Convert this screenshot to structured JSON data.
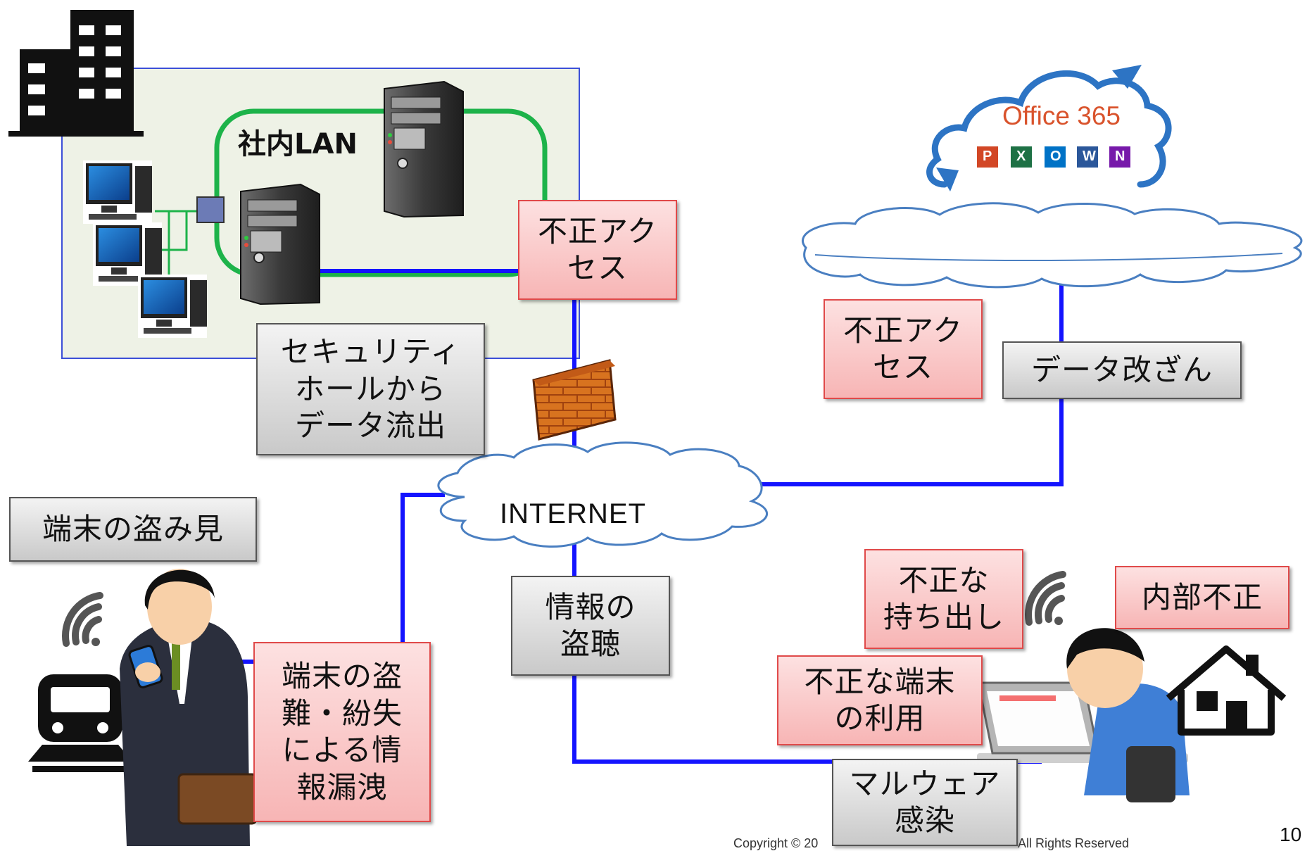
{
  "diagram": {
    "lan_label": "社内LAN",
    "internet_label": "INTERNET",
    "cloud_service_label": "Office 365",
    "office_app_icons": [
      "P",
      "X",
      "O",
      "W",
      "N"
    ],
    "threats": {
      "lan_unauthorized_access": "不正アク\nセス",
      "security_hole_leak": "セキュリティ\nホールから\nデータ流出",
      "cloud_unauthorized_access": "不正アク\nセス",
      "data_tampering": "データ改ざん",
      "shoulder_surfing": "端末の盗み見",
      "device_theft_loss": "端末の盗\n難・紛失\nによる情\n報漏洩",
      "eavesdropping": "情報の\n盗聴",
      "unauthorized_takeout": "不正な\n持ち出し",
      "insider_fraud": "内部不正",
      "unauthorized_device": "不正な端末\nの利用",
      "malware_infection": "マルウェア\n感染"
    },
    "footer_left": "Copyright © 20",
    "footer_right": "All Rights Reserved",
    "page_number": "10",
    "colors": {
      "lan_bg": "#eef2e6",
      "lan_border": "#3c4fd8",
      "lan_ring": "#1db34a",
      "network_line": "#1414ff",
      "cloud_outline": "#4a7fc1",
      "office_ring": "#2d74c4",
      "office_text": "#d9532c",
      "threat_red_border": "#e04a4a",
      "threat_gray_border": "#555555"
    }
  }
}
